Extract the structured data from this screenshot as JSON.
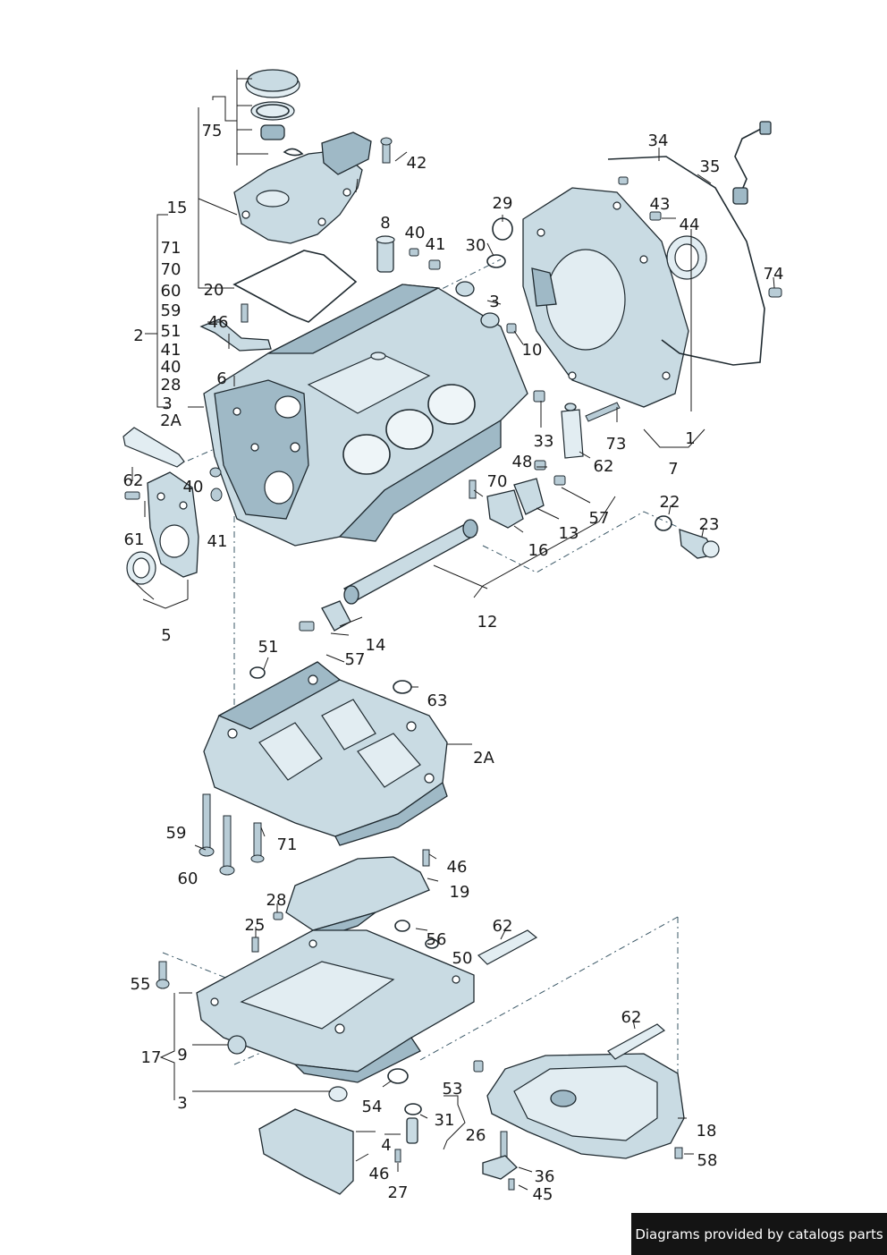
{
  "callouts": [
    {
      "id": "c75",
      "text": "75"
    },
    {
      "id": "c42",
      "text": "42"
    },
    {
      "id": "c15",
      "text": "15"
    },
    {
      "id": "c71a",
      "text": "71"
    },
    {
      "id": "c70a",
      "text": "70"
    },
    {
      "id": "c60a",
      "text": "60"
    },
    {
      "id": "c59a",
      "text": "59"
    },
    {
      "id": "c51a",
      "text": "51"
    },
    {
      "id": "c41a",
      "text": "41"
    },
    {
      "id": "c40a",
      "text": "40"
    },
    {
      "id": "c28a",
      "text": "28"
    },
    {
      "id": "c3a",
      "text": "3"
    },
    {
      "id": "c2Aa",
      "text": "2A"
    },
    {
      "id": "c2",
      "text": "2"
    },
    {
      "id": "c20",
      "text": "20"
    },
    {
      "id": "c46a",
      "text": "46"
    },
    {
      "id": "c6",
      "text": "6"
    },
    {
      "id": "c8",
      "text": "8"
    },
    {
      "id": "c40b",
      "text": "40"
    },
    {
      "id": "c41b",
      "text": "41"
    },
    {
      "id": "c29",
      "text": "29"
    },
    {
      "id": "c30",
      "text": "30"
    },
    {
      "id": "c3b",
      "text": "3"
    },
    {
      "id": "c10",
      "text": "10"
    },
    {
      "id": "c34",
      "text": "34"
    },
    {
      "id": "c35",
      "text": "35"
    },
    {
      "id": "c43",
      "text": "43"
    },
    {
      "id": "c44",
      "text": "44"
    },
    {
      "id": "c74",
      "text": "74"
    },
    {
      "id": "c1",
      "text": "1"
    },
    {
      "id": "c7",
      "text": "7"
    },
    {
      "id": "c73",
      "text": "73"
    },
    {
      "id": "c62a",
      "text": "62"
    },
    {
      "id": "c33",
      "text": "33"
    },
    {
      "id": "c48",
      "text": "48"
    },
    {
      "id": "c70b",
      "text": "70"
    },
    {
      "id": "c62b",
      "text": "62"
    },
    {
      "id": "c40c",
      "text": "40"
    },
    {
      "id": "c41c",
      "text": "41"
    },
    {
      "id": "c61",
      "text": "61"
    },
    {
      "id": "c5",
      "text": "5"
    },
    {
      "id": "c22",
      "text": "22"
    },
    {
      "id": "c23",
      "text": "23"
    },
    {
      "id": "c57a",
      "text": "57"
    },
    {
      "id": "c13",
      "text": "13"
    },
    {
      "id": "c16",
      "text": "16"
    },
    {
      "id": "c12",
      "text": "12"
    },
    {
      "id": "c14",
      "text": "14"
    },
    {
      "id": "c57b",
      "text": "57"
    },
    {
      "id": "c51b",
      "text": "51"
    },
    {
      "id": "c63",
      "text": "63"
    },
    {
      "id": "c2Ab",
      "text": "2A"
    },
    {
      "id": "c59b",
      "text": "59"
    },
    {
      "id": "c71b",
      "text": "71"
    },
    {
      "id": "c60b",
      "text": "60"
    },
    {
      "id": "c46b",
      "text": "46"
    },
    {
      "id": "c19",
      "text": "19"
    },
    {
      "id": "c28b",
      "text": "28"
    },
    {
      "id": "c25",
      "text": "25"
    },
    {
      "id": "c62c",
      "text": "62"
    },
    {
      "id": "c56",
      "text": "56"
    },
    {
      "id": "c50",
      "text": "50"
    },
    {
      "id": "c55",
      "text": "55"
    },
    {
      "id": "c17",
      "text": "17"
    },
    {
      "id": "c9",
      "text": "9"
    },
    {
      "id": "c62d",
      "text": "62"
    },
    {
      "id": "c3c",
      "text": "3"
    },
    {
      "id": "c54",
      "text": "54"
    },
    {
      "id": "c53",
      "text": "53"
    },
    {
      "id": "c31",
      "text": "31"
    },
    {
      "id": "c26",
      "text": "26"
    },
    {
      "id": "c4",
      "text": "4"
    },
    {
      "id": "c18",
      "text": "18"
    },
    {
      "id": "c46c",
      "text": "46"
    },
    {
      "id": "c27",
      "text": "27"
    },
    {
      "id": "c58",
      "text": "58"
    },
    {
      "id": "c36",
      "text": "36"
    },
    {
      "id": "c45",
      "text": "45"
    }
  ],
  "footer": {
    "credit": "Diagrams provided by catalogs parts"
  },
  "colors": {
    "part_fill": "#c9dbe3",
    "outline": "#1f2a30",
    "badge_bg": "#141414"
  }
}
